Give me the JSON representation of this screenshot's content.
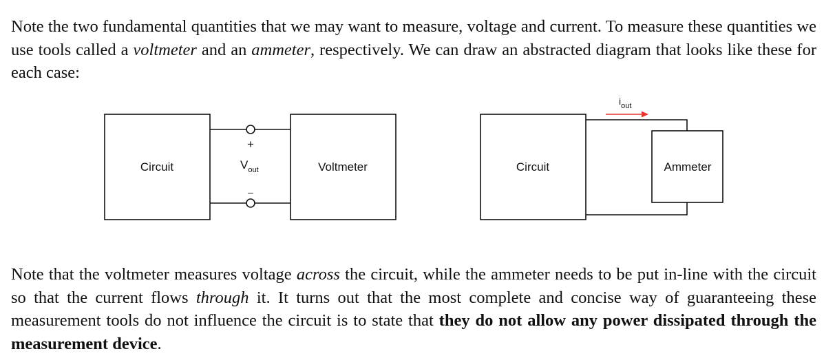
{
  "paragraph1": {
    "part1": "Note the two fundamental quantities that we may want to measure, voltage and current. To measure these quantities we use tools called a ",
    "voltmeter_em": "voltmeter",
    "part2": " and an ",
    "ammeter_em": "ammeter",
    "part3": ", respectively. We can draw an abstracted diagram that looks like these for each case:"
  },
  "figure": {
    "left": {
      "circuit_label": "Circuit",
      "voltmeter_label": "Voltmeter",
      "plus": "+",
      "minus": "–",
      "v_main": "V",
      "v_sub": "out"
    },
    "right": {
      "circuit_label": "Circuit",
      "ammeter_label": "Ammeter",
      "i_main": "i",
      "i_sub": "out"
    },
    "colors": {
      "line": "#111111",
      "arrow": "#e8322a"
    }
  },
  "paragraph2": {
    "part1": "Note that the voltmeter measures voltage ",
    "across_em": "across",
    "part2": " the circuit, while the ammeter needs to be put in-line with the circuit so that the current flows ",
    "through_em": "through",
    "part3": " it.  It turns out that the most complete and concise way of guaranteeing these measurement tools do not influence the circuit is to state that ",
    "bold": "they do not allow any power dissipated through the measurement device",
    "part4": "."
  }
}
